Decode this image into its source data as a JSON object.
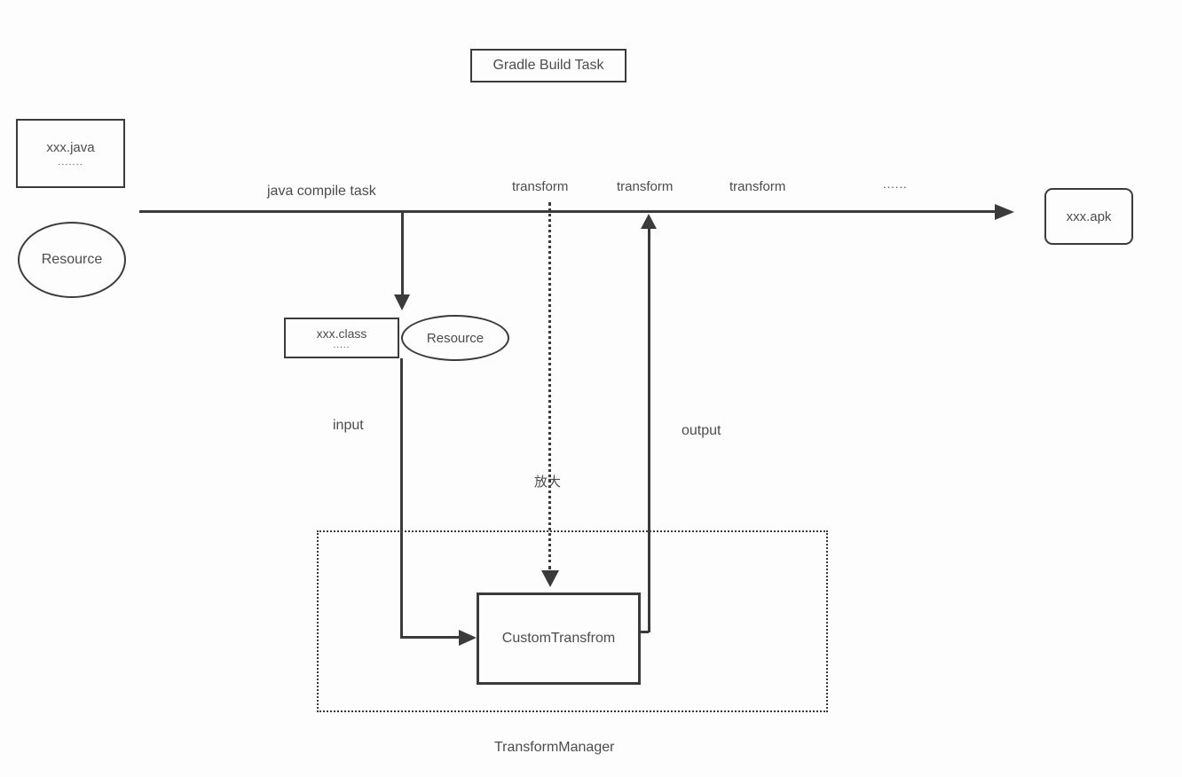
{
  "diagram": {
    "title": "Gradle Build Task",
    "java_box": {
      "name": "xxx.java",
      "dots": "......."
    },
    "resource_left": "Resource",
    "timeline": {
      "compile_label": "java compile task",
      "transform_labels": [
        "transform",
        "transform",
        "transform"
      ],
      "ellipsis": "......"
    },
    "apk_box": "xxx.apk",
    "class_box": {
      "name": "xxx.class",
      "dots": "....."
    },
    "resource_mid": "Resource",
    "flow": {
      "input": "input",
      "output": "output",
      "zoom": "放大"
    },
    "custom_transform": "CustomTransfrom",
    "container": "TransformManager",
    "colors": {
      "line": "#3b3b3b",
      "text": "#4c4c4c",
      "background": "#fdfdfd"
    }
  }
}
